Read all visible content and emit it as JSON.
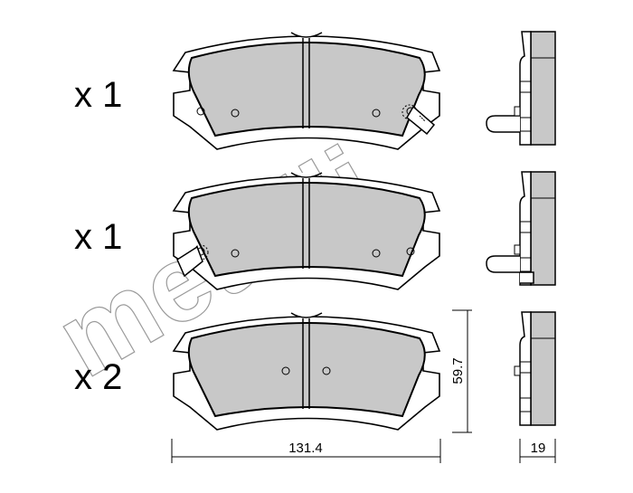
{
  "watermark": "metelli",
  "rows": [
    {
      "quantity": "x 1",
      "sensor": "right"
    },
    {
      "quantity": "x 1",
      "sensor": "left"
    },
    {
      "quantity": "x 2",
      "sensor": "none"
    }
  ],
  "dimensions": {
    "width": "131.4",
    "height": "59.7",
    "thickness": "19"
  },
  "colors": {
    "friction": "#c8c8c8",
    "line": "#000000",
    "watermark": "#9a9a9a"
  }
}
